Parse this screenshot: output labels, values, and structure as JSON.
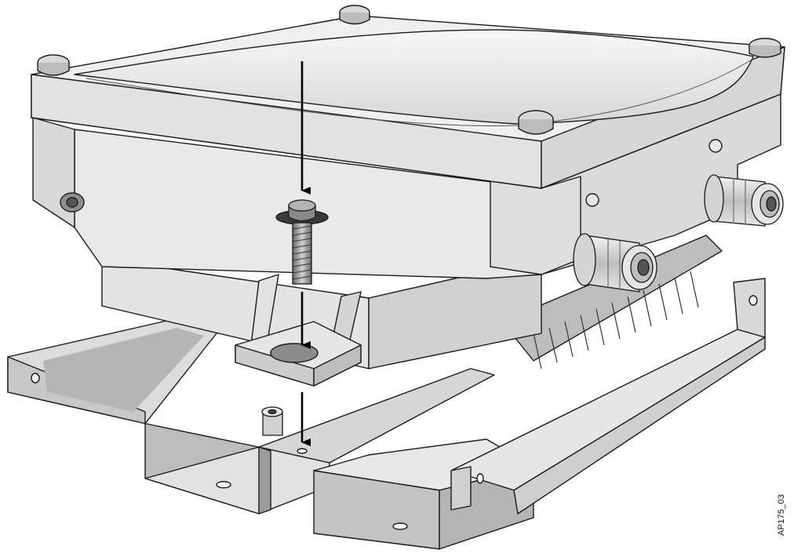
{
  "figure": {
    "id_label": "AP175_03"
  },
  "colors": {
    "outline": "#1a1a1a",
    "light_gray": "#efefef",
    "mid_gray": "#d4d4d4",
    "dark_gray": "#a9a9a9",
    "bracket_shadow": "#9a9a9a",
    "arrow": "#000000"
  },
  "parts": {
    "access_point": "access-point-body",
    "screw": "mounting-screw",
    "tab": "mounting-tab",
    "bracket": "mounting-bracket",
    "connectors": "antenna-connectors"
  }
}
